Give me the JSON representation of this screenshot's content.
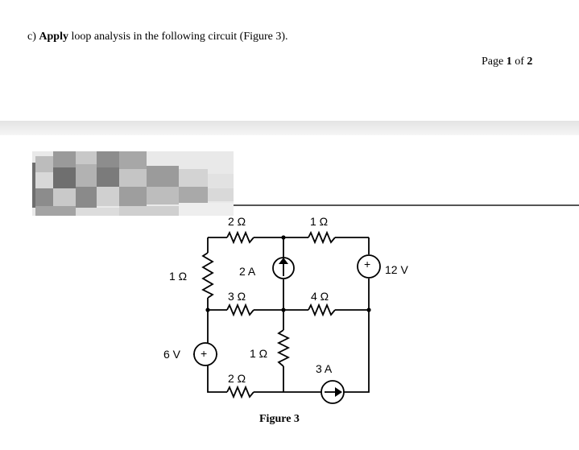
{
  "question": {
    "prefix": "c) ",
    "emphasis": "Apply",
    "rest": " loop analysis in the following circuit (Figure 3)."
  },
  "page_indicator": {
    "label": "Page ",
    "current": "1",
    "of_label": " of ",
    "total": "2"
  },
  "circuit": {
    "resistors": {
      "top_left": "2 Ω",
      "top_right": "1 Ω",
      "left": "1 Ω",
      "middle_left": "3 Ω",
      "middle_right": "4 Ω",
      "center": "1 Ω",
      "bottom": "2 Ω"
    },
    "sources": {
      "current_top": "2 A",
      "voltage_right": "12 V",
      "voltage_left": "6 V",
      "current_bottom": "3 A",
      "plus_sign": "+"
    }
  },
  "figure_caption": "Figure 3"
}
